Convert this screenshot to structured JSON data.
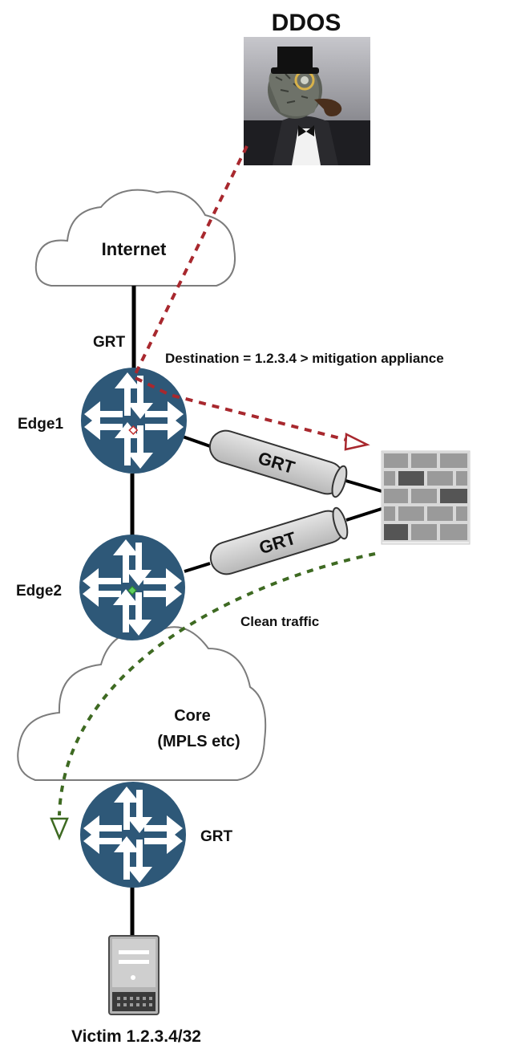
{
  "title": "DDOS",
  "clouds": {
    "internet": "Internet",
    "core_line1": "Core",
    "core_line2": "(MPLS etc)"
  },
  "labels": {
    "grt_top": "GRT",
    "destination": "Destination = 1.2.3.4 > mitigation appliance",
    "edge1": "Edge1",
    "edge2": "Edge2",
    "tunnel_upper": "GRT",
    "tunnel_lower": "GRT",
    "clean_traffic": "Clean traffic",
    "grt_bottom": "GRT",
    "victim": "Victim 1.2.3.4/32"
  },
  "colors": {
    "router": "#2e5878",
    "attack_path": "#a8282e",
    "clean_path": "#3e6a22",
    "tunnel": "#cfcfcf",
    "firewall": "#8f8f8f"
  },
  "icons": [
    "lizard-avatar-icon",
    "router-icon",
    "firewall-icon",
    "server-icon",
    "cloud-icon"
  ]
}
